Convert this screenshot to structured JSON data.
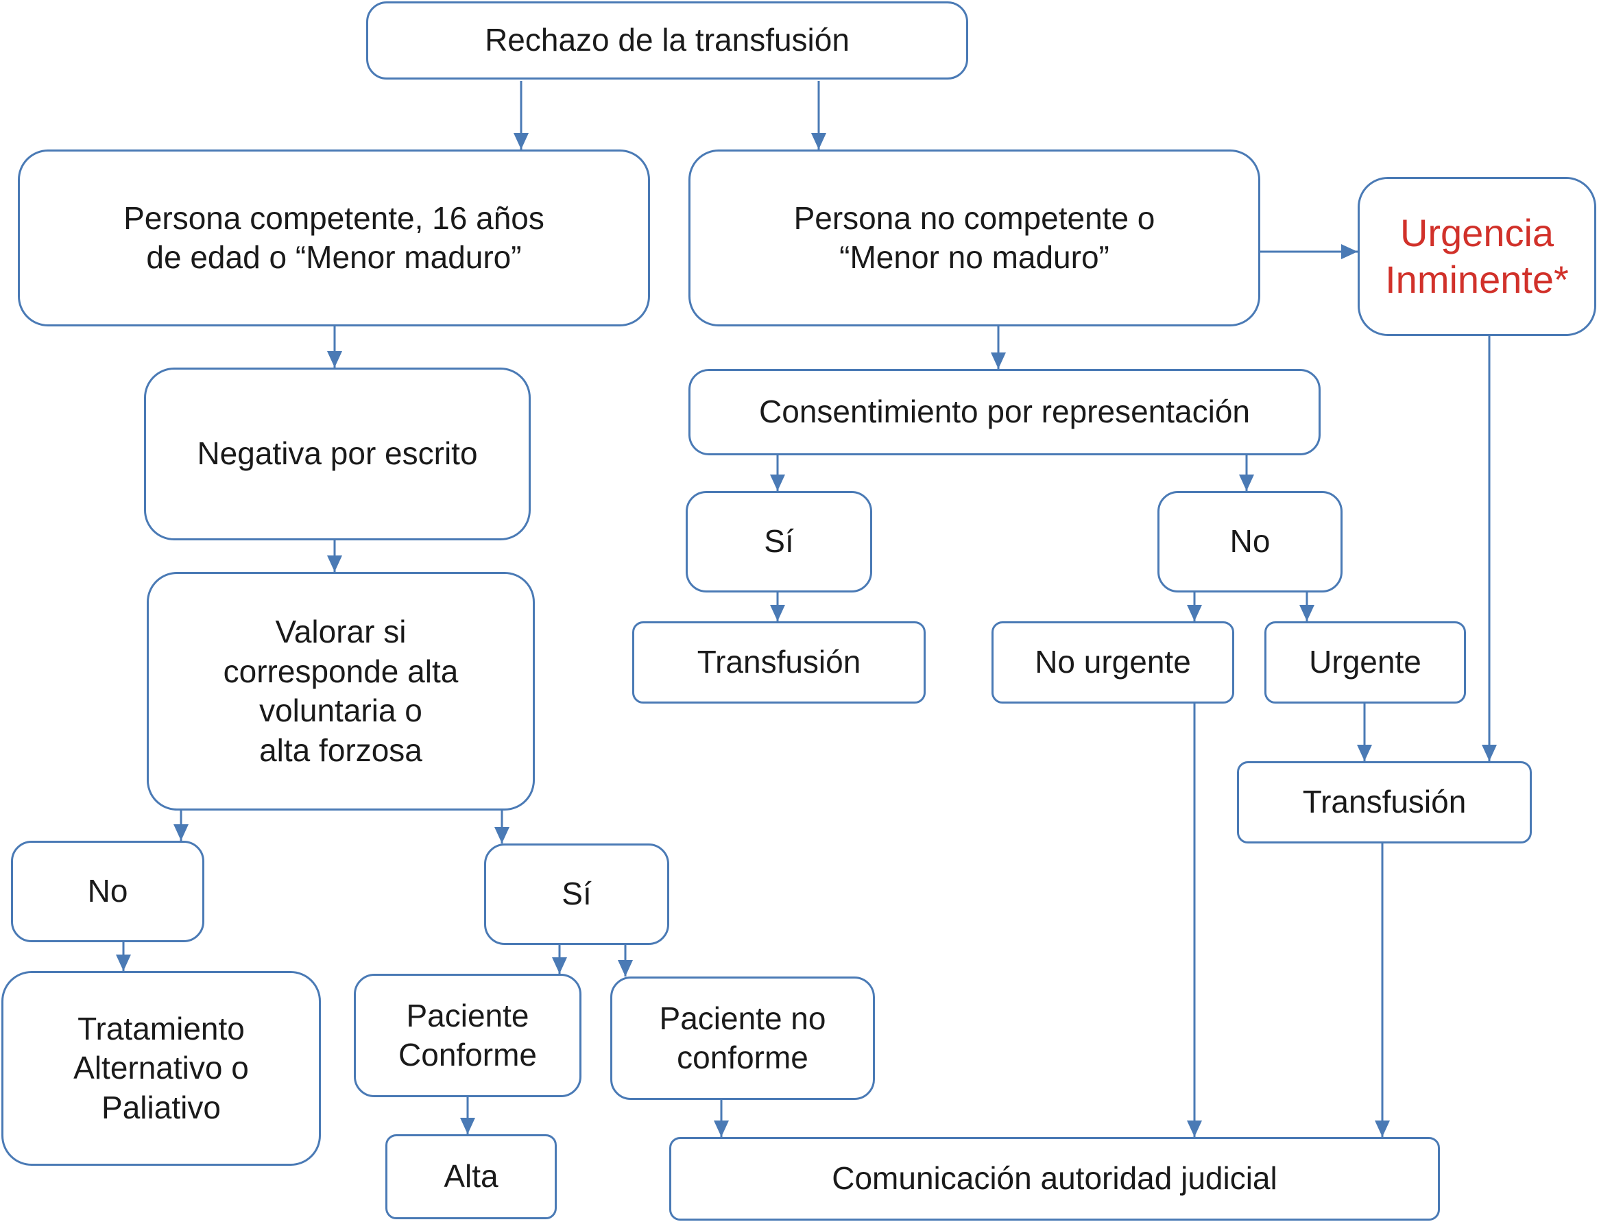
{
  "colors": {
    "line": "#4a7ab5",
    "text": "#1a1a1a",
    "alert": "#d1312a"
  },
  "nodes": {
    "rechazo": "Rechazo de la transfusión",
    "competente": "Persona competente, 16 años\nde edad o “Menor maduro”",
    "no_competente": "Persona no competente o\n“Menor no maduro”",
    "urgencia": "Urgencia\nInminente*",
    "negativa": "Negativa por escrito",
    "consentimiento": "Consentimiento por representación",
    "si_consent": "Sí",
    "no_consent": "No",
    "transfusion_1": "Transfusión",
    "no_urgente": "No urgente",
    "urgente": "Urgente",
    "valorar": "Valorar si\ncorresponde alta\nvoluntaria o\nalta forzosa",
    "transfusion_2": "Transfusión",
    "no_valorar": "No",
    "si_valorar": "Sí",
    "tratamiento": "Tratamiento\nAlternativo o\nPaliativo",
    "conforme": "Paciente\nConforme",
    "no_conforme": "Paciente no\nconforme",
    "alta": "Alta",
    "comunicacion": "Comunicación autoridad judicial"
  }
}
